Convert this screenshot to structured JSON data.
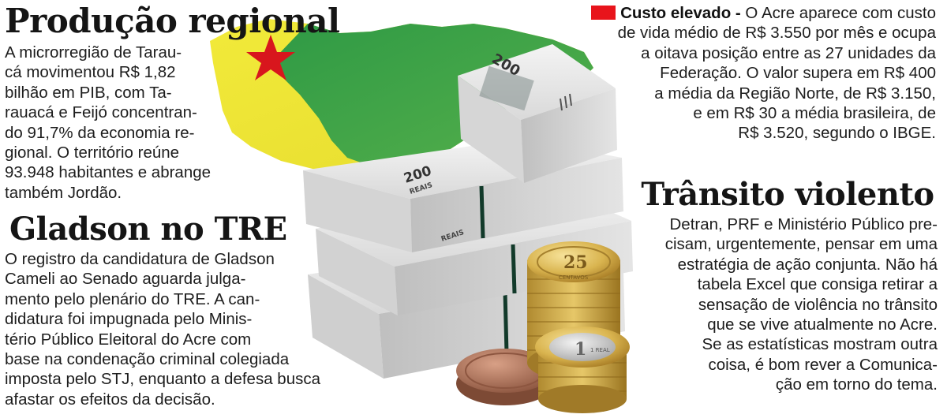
{
  "sections": {
    "producao": {
      "headline": "Produção regional",
      "lines": [
        "A microrregião de Tarau-",
        "cá movimentou R$ 1,82",
        "bilhão em PIB, com Ta-",
        "rauacá e Feijó concentran-",
        "do 91,7% da economia re-",
        "gional. O território reúne",
        "93.948 habitantes e abrange",
        "também Jordão."
      ]
    },
    "gladson": {
      "headline": "Gladson no TRE",
      "lines": [
        "O registro da candidatura de Gladson",
        "Cameli ao Senado aguarda julga-",
        "mento pelo plenário do TRE. A can-",
        "didatura foi impugnada pelo Minis-",
        "tério Público Eleitoral do Acre com",
        "base na condenação criminal colegiada",
        "imposta pelo STJ, enquanto a defesa busca",
        "afastar os efeitos da decisão."
      ]
    },
    "custo": {
      "kicker": "Custo elevado -",
      "first_line_rest": " O Acre aparece com custo",
      "lines": [
        "de vida médio de R$ 3.550 por mês e ocupa",
        "a oitava posição entre as 27 unidades da",
        "Federação. O valor supera em R$ 400",
        "a média da Região Norte, de R$ 3.150,",
        "e em R$ 30 a média brasileira, de",
        "R$ 3.520, segundo o IBGE."
      ]
    },
    "transito": {
      "headline": "Trânsito violento",
      "lines": [
        "Detran, PRF e Ministério Público pre-",
        "cisam, urgentemente, pensar em uma",
        "estratégia de ação conjunta. Não há",
        "tabela Excel que consiga retirar a",
        "sensação de violência no trânsito",
        "que se vive atualmente no Acre.",
        "Se as estatísticas mostram outra",
        "coisa, é bom rever a Comunica-",
        "ção em torno do tema."
      ]
    }
  },
  "illustration": {
    "banknote_denomination": "200",
    "banknote_currency": "REAIS",
    "coin_denomination": "25",
    "coin_unit": "CENTAVOS",
    "coin_real": "1 REAL",
    "flag_colors": {
      "yellow": "#f0e635",
      "green": "#3fa64a",
      "star": "#d8161d"
    },
    "box_color": "#e8141b"
  }
}
